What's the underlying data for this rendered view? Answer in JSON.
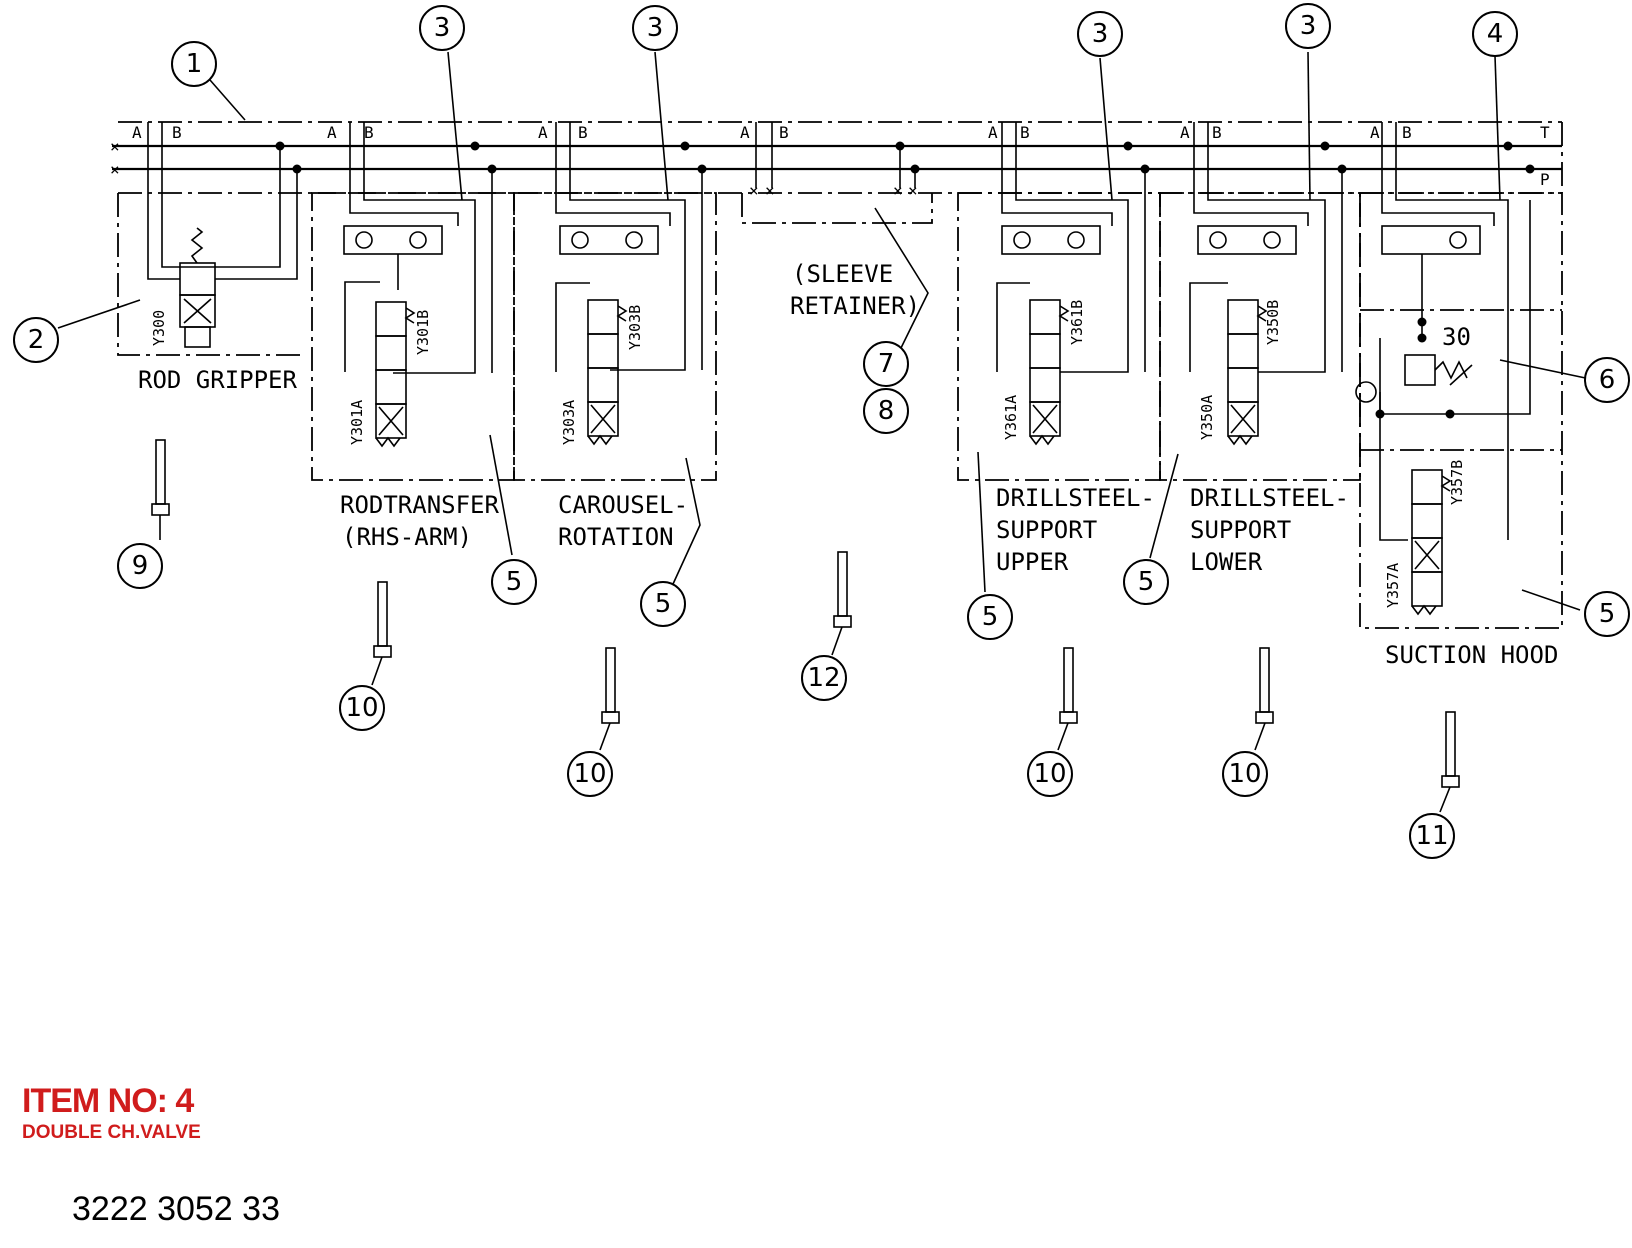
{
  "diagram": {
    "ports": {
      "a": "A",
      "b": "B",
      "t": "T",
      "p": "P"
    },
    "sections": {
      "rod_gripper": [
        "ROD GRIPPER"
      ],
      "rodtransfer": [
        "RODTRANSFER",
        "(RHS-ARM)"
      ],
      "carousel": [
        "CAROUSEL-",
        "ROTATION"
      ],
      "sleeve": [
        "(SLEEVE",
        "RETAINER)"
      ],
      "ds_upper": [
        "DRILLSTEEL-",
        "SUPPORT",
        "UPPER"
      ],
      "ds_lower": [
        "DRILLSTEEL-",
        "SUPPORT",
        "LOWER"
      ],
      "suction": [
        "SUCTION HOOD"
      ]
    },
    "solenoids": {
      "y300": "Y300",
      "y301a": "Y301A",
      "y301b": "Y301B",
      "y303a": "Y303A",
      "y303b": "Y303B",
      "y361a": "Y361A",
      "y361b": "Y361B",
      "y350a": "Y350A",
      "y350b": "Y350B",
      "y357a": "Y357A",
      "y357b": "Y357B"
    },
    "pressure_setting": "30",
    "callouts": {
      "c1": "1",
      "c2": "2",
      "c3": "3",
      "c4": "4",
      "c5": "5",
      "c6": "6",
      "c7": "7",
      "c8": "8",
      "c9": "9",
      "c10": "10",
      "c11": "11",
      "c12": "12"
    }
  },
  "item": {
    "title": "ITEM NO: 4",
    "name": "DOUBLE CH.VALVE",
    "part_number": "3222 3052 33"
  }
}
